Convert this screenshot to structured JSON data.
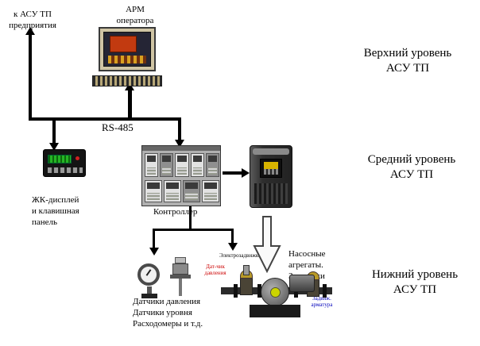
{
  "labels": {
    "to_plant": "к АСУ ТП\nпредприятия",
    "arm_operator": "АРМ\nоператора",
    "rs485": "RS-485",
    "upper_level": "Верхний уровень\nАСУ ТП",
    "middle_level": "Средний уровень\nАСУ ТП",
    "lower_level": "Нижний уровень\nАСУ ТП",
    "lcd_panel": "ЖК-дисплей\nи клавишная\nпанель",
    "controller": "Контроллер",
    "field_sensors": "Датчики давления\nДатчики уровня\nРасходомеры и т.д.",
    "pump_units": "Насосные\nагрегаты.\nЗадвижки",
    "small_pressure_sensor": "Дат-чик\nдавления",
    "small_electrovalve": "Электрозадвижка",
    "small_valve": "Задвиж.\nарматура"
  },
  "colors": {
    "background": "#ffffff",
    "line": "#000000",
    "small_pressure_sensor_text": "#cc0000",
    "small_valve_text": "#0000bb",
    "vfd_keypad_accent": "#d8b400",
    "pump_cap_accent": "#ccd400",
    "lcd_screen": "#25b525"
  }
}
